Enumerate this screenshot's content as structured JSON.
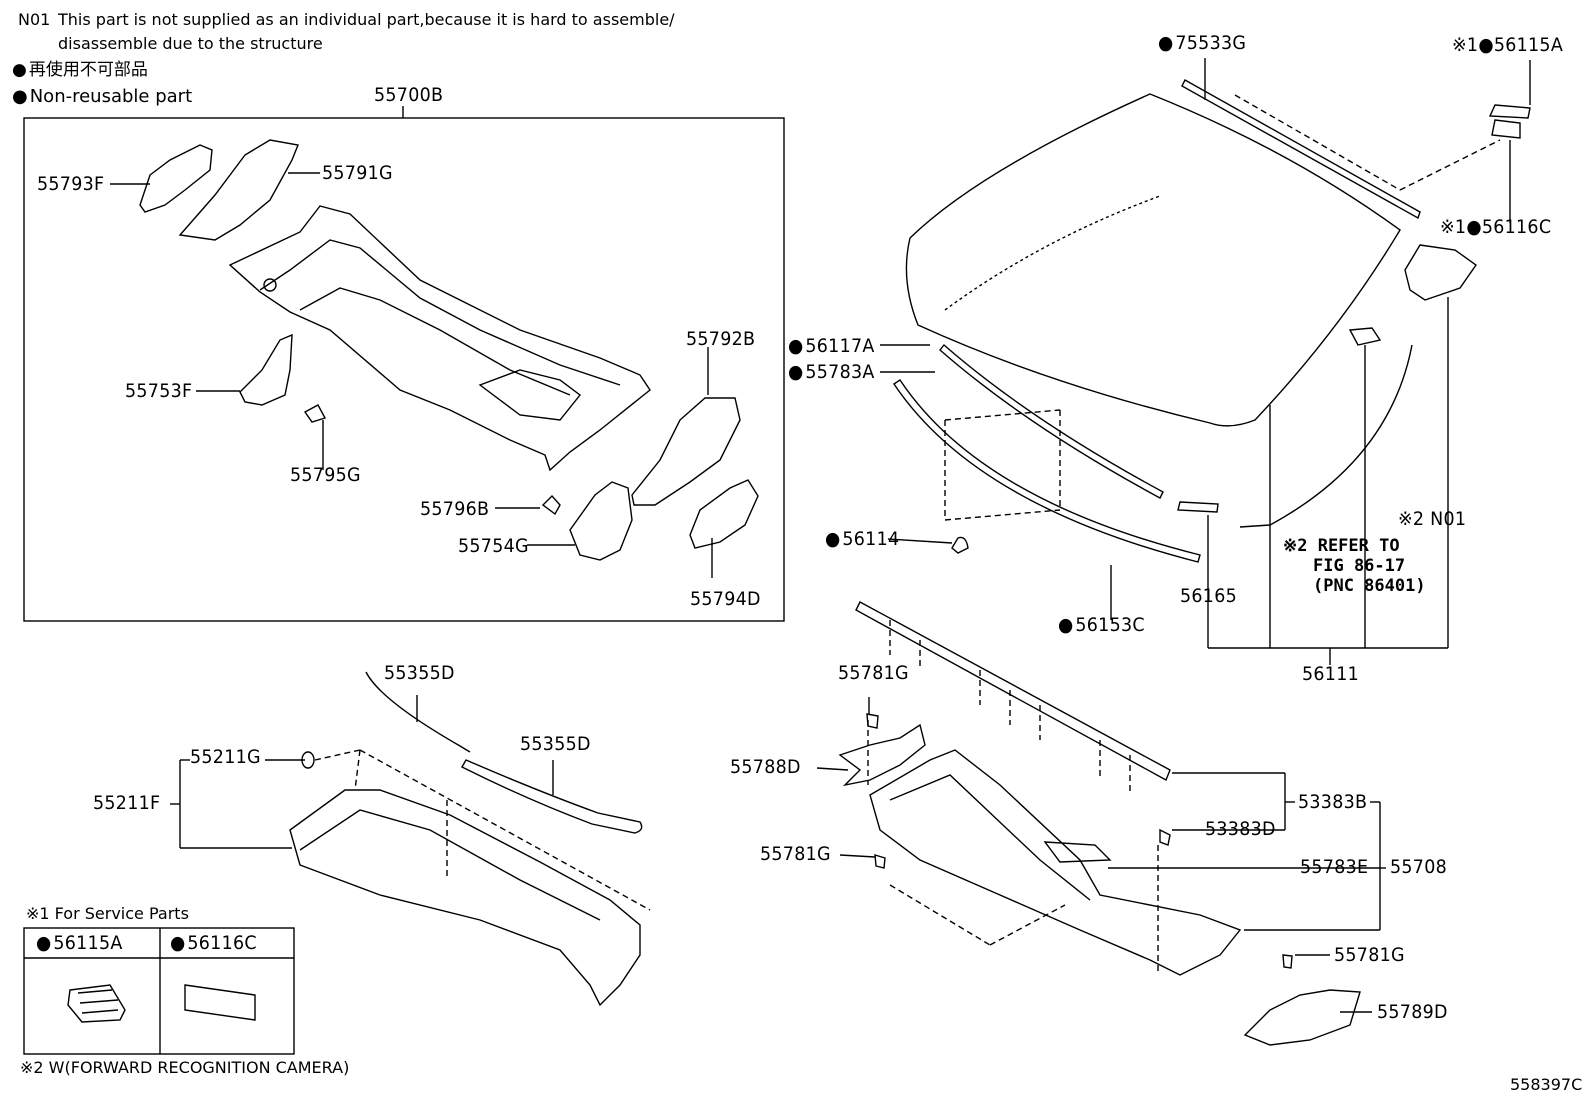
{
  "notes": {
    "n01_code": "N01",
    "n01_line1": "This part is not supplied as an individual part,because it is hard to assemble/",
    "n01_line2": "disassemble due to the structure",
    "nonreuse_jp": "再使用不可部品",
    "nonreuse_en": "Non-reusable part",
    "service_parts": "※1 For Service Parts",
    "camera": "※2 W(FORWARD RECOGNITION CAMERA)",
    "diagram_id": "558397C"
  },
  "refer": {
    "line1": "※2 REFER TO",
    "line2": "FIG 86-17",
    "line3": "(PNC 86401)"
  },
  "box_title": "55700B",
  "labels": {
    "p55793F": "55793F",
    "p55791G": "55791G",
    "p55792B": "55792B",
    "p55753F": "55753F",
    "p55795G": "55795G",
    "p55796B": "55796B",
    "p55754G": "55754G",
    "p55794D": "55794D",
    "p75533G": "75533G",
    "p56115A": "※1●56115A",
    "p56116C": "※1●56116C",
    "p56117A": "56117A",
    "p55783A": "55783A",
    "p56114": "56114",
    "p56153C": "56153C",
    "p56165": "56165",
    "pN01": "※2 N01",
    "p56111": "56111",
    "p55355D_a": "55355D",
    "p55355D_b": "55355D",
    "p55211G": "55211G",
    "p55211F": "55211F",
    "p55781G_a": "55781G",
    "p55788D": "55788D",
    "p55781G_b": "55781G",
    "p53383B": "53383B",
    "p53383D": "53383D",
    "p55783E": "55783E",
    "p55708": "55708",
    "p55781G_c": "55781G",
    "p55789D": "55789D"
  },
  "service_table": {
    "col1": "56115A",
    "col2": "56116C"
  }
}
